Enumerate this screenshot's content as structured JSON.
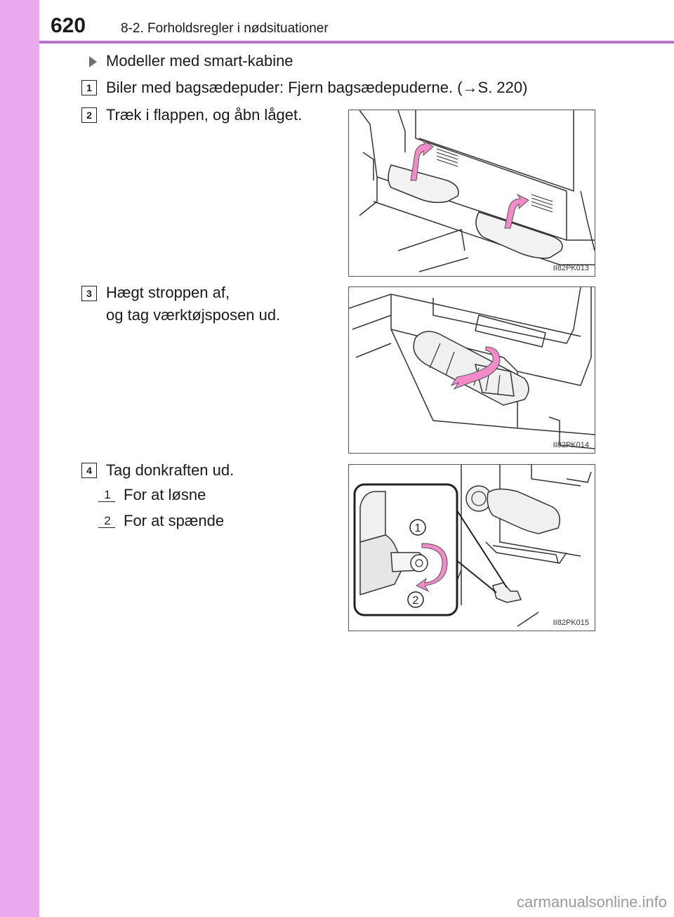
{
  "header": {
    "page_number": "620",
    "section_title": "8-2. Forholdsregler i nødsituationer"
  },
  "intro": {
    "heading": "Modeller med smart-kabine"
  },
  "steps": [
    {
      "number": "1",
      "text": "Biler med bagsædepuder: Fjern bagsædepuderne. (→S. 220)"
    },
    {
      "number": "2",
      "text": "Træk i flappen, og åbn låget."
    },
    {
      "number": "3",
      "line1": "Hægt stroppen af,",
      "line2": "og tag værktøjsposen ud."
    },
    {
      "number": "4",
      "text": "Tag donkraften ud.",
      "subs": [
        {
          "number": "1",
          "text": "For at løsne"
        },
        {
          "number": "2",
          "text": "For at spænde"
        }
      ]
    }
  ],
  "figures": [
    {
      "code": "II82PK013"
    },
    {
      "code": "II82PK014"
    },
    {
      "code": "II82PK015",
      "callouts": [
        "1",
        "2"
      ]
    }
  ],
  "colors": {
    "sidebar": "#eaa9ef",
    "header_rule": "#b574c7",
    "arrow_pink": "#f28bc8"
  },
  "watermark": "carmanualsonline.info"
}
